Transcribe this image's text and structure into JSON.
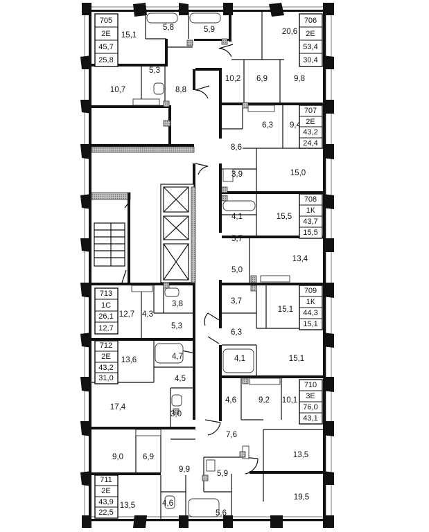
{
  "rooms": [
    {
      "id": "r1",
      "area": "15,1"
    },
    {
      "id": "r2",
      "area": "5,8"
    },
    {
      "id": "r3",
      "area": "5,9"
    },
    {
      "id": "r4",
      "area": "20,6"
    },
    {
      "id": "r5",
      "area": "5,3"
    },
    {
      "id": "r6",
      "area": "10,7"
    },
    {
      "id": "r7",
      "area": "8,8"
    },
    {
      "id": "r8",
      "area": "10,2"
    },
    {
      "id": "r9",
      "area": "6,9"
    },
    {
      "id": "r10",
      "area": "9,8"
    },
    {
      "id": "r11",
      "area": "6,3"
    },
    {
      "id": "r12",
      "area": "9,4"
    },
    {
      "id": "r13",
      "area": "8,6"
    },
    {
      "id": "r14",
      "area": "3,9"
    },
    {
      "id": "r15",
      "area": "15,0"
    },
    {
      "id": "r16",
      "area": "4,1"
    },
    {
      "id": "r17",
      "area": "15,5"
    },
    {
      "id": "r18",
      "area": "5,7"
    },
    {
      "id": "r19",
      "area": "5,0"
    },
    {
      "id": "r20",
      "area": "13,4"
    },
    {
      "id": "r21",
      "area": "12,7"
    },
    {
      "id": "r22",
      "area": "4,3"
    },
    {
      "id": "r23",
      "area": "3,8"
    },
    {
      "id": "r24",
      "area": "3,7"
    },
    {
      "id": "r25",
      "area": "15,1"
    },
    {
      "id": "r26",
      "area": "5,3"
    },
    {
      "id": "r27",
      "area": "6,3"
    },
    {
      "id": "r28",
      "area": "13,6"
    },
    {
      "id": "r29",
      "area": "4,7"
    },
    {
      "id": "r30",
      "area": "4,1"
    },
    {
      "id": "r31",
      "area": "15,1"
    },
    {
      "id": "r32",
      "area": "4,5"
    },
    {
      "id": "r33",
      "area": "4,6"
    },
    {
      "id": "r34",
      "area": "9,2"
    },
    {
      "id": "r35",
      "area": "10,1"
    },
    {
      "id": "r36",
      "area": "17,4"
    },
    {
      "id": "r37",
      "area": "3,0"
    },
    {
      "id": "r38",
      "area": "7,6"
    },
    {
      "id": "r39",
      "area": "9,0"
    },
    {
      "id": "r40",
      "area": "6,9"
    },
    {
      "id": "r41",
      "area": "13,5"
    },
    {
      "id": "r42",
      "area": "9,9"
    },
    {
      "id": "r43",
      "area": "5,9"
    },
    {
      "id": "r44",
      "area": "13,5"
    },
    {
      "id": "r45",
      "area": "4,6"
    },
    {
      "id": "r46",
      "area": "5,6"
    },
    {
      "id": "r47",
      "area": "19,5"
    }
  ],
  "apartments": [
    {
      "number": "705",
      "type": "2Е",
      "total": "45,7",
      "living": "25,8"
    },
    {
      "number": "706",
      "type": "2Е",
      "total": "53,4",
      "living": "30,4"
    },
    {
      "number": "707",
      "type": "2Е",
      "total": "43,2",
      "living": "24,4"
    },
    {
      "number": "708",
      "type": "1К",
      "total": "43,7",
      "living": "15,5"
    },
    {
      "number": "709",
      "type": "1К",
      "total": "44,3",
      "living": "15,1"
    },
    {
      "number": "713",
      "type": "1С",
      "total": "26,1",
      "living": "12,7"
    },
    {
      "number": "712",
      "type": "2Е",
      "total": "43,2",
      "living": "31,0"
    },
    {
      "number": "710",
      "type": "3Е",
      "total": "76,0",
      "living": "43,1"
    },
    {
      "number": "711",
      "type": "2Е",
      "total": "43,9",
      "living": "22,5"
    }
  ]
}
